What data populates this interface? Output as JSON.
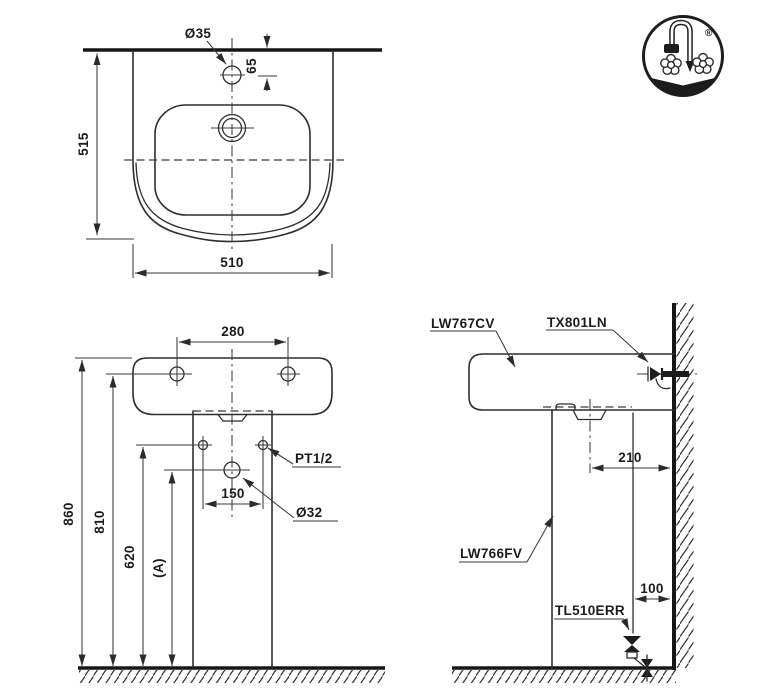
{
  "front_view": {
    "hole_diameter": "Ø35",
    "hole_offset": "65",
    "height": "515",
    "width": "510"
  },
  "pedestal_view": {
    "bolt_spacing": "280",
    "supply_thread": "PT1/2",
    "supply_spacing": "150",
    "drain_diameter": "Ø32",
    "overall_height": "860",
    "bolt_height": "810",
    "supply_height": "620",
    "drain_height": "(A)"
  },
  "side_view": {
    "lavatory_code": "LW767CV",
    "supply_valve_code": "TX801LN",
    "pedestal_code": "LW766FV",
    "trap_code": "TL510ERR",
    "trap_to_wall": "210",
    "outlet_to_wall": "100"
  },
  "logo": {
    "registered_mark": "®"
  },
  "colors": {
    "line": "#2e2e2e",
    "text": "#1c1c1c",
    "background": "#ffffff"
  }
}
